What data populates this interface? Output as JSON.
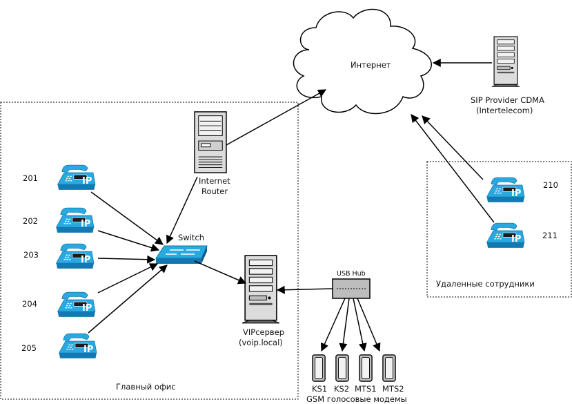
{
  "internet": {
    "label": "Интернет"
  },
  "sip_provider": {
    "line1": "SIP Provider CDMA",
    "line2": "(Intertelecom)"
  },
  "router": {
    "line1": "Internet",
    "line2": "Router"
  },
  "switch": {
    "label": "Switch"
  },
  "server": {
    "line1": "VIPсервер",
    "line2": "(voip.local)"
  },
  "usb_hub": {
    "label": "USB Hub"
  },
  "main_office": {
    "label": "Главный офис"
  },
  "remote": {
    "label": "Удаленные сотрудники"
  },
  "phone_icon_text": "IP",
  "office_phones": [
    "201",
    "202",
    "203",
    "204",
    "205"
  ],
  "remote_phones": [
    "210",
    "211"
  ],
  "modems": {
    "names": [
      "KS1",
      "KS2",
      "MTS1",
      "MTS2"
    ],
    "caption": "GSM голосовые модемы"
  },
  "colors": {
    "phone": "#29a9e0",
    "phone_dark": "#1479b0",
    "line": "#000000"
  }
}
